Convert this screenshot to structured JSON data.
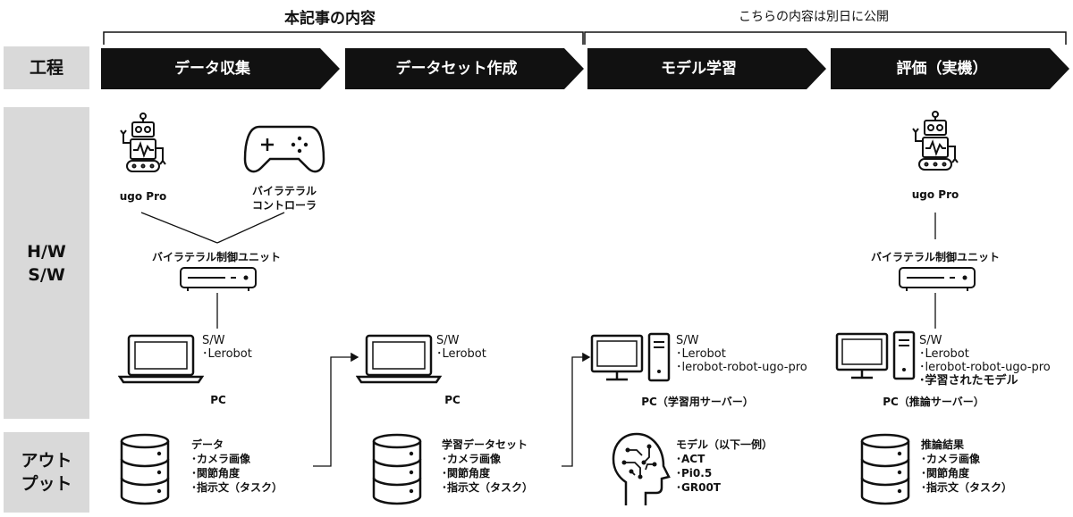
{
  "top_headers": {
    "this_article": "本記事の内容",
    "later": "こちらの内容は別日に公開"
  },
  "row_labels": {
    "process": "工程",
    "hw_sw_line1": "H/W",
    "hw_sw_line2": "S/W",
    "output_line1": "アウト",
    "output_line2": "プット"
  },
  "stages": [
    "データ収集",
    "データセット作成",
    "モデル学習",
    "評価（実機）"
  ],
  "hw": {
    "ugo_pro": "ugo Pro",
    "controller_line1": "バイラテラル",
    "controller_line2": "コントローラ",
    "unit": "バイラテラル制御ユニット",
    "unit2": "バイラテラル制御ユニット",
    "ugo_pro2": "ugo Pro"
  },
  "sw_blocks": [
    {
      "title": "S/W",
      "items": [
        "･Lerobot"
      ]
    },
    {
      "title": "S/W",
      "items": [
        "･Lerobot"
      ]
    },
    {
      "title": "S/W",
      "items": [
        "･Lerobot",
        "･lerobot-robot-ugo-pro"
      ]
    },
    {
      "title": "S/W",
      "items": [
        "･Lerobot",
        "･lerobot-robot-ugo-pro"
      ],
      "bold_item": "･学習されたモデル"
    }
  ],
  "pc_labels": [
    "PC",
    "PC",
    "PC（学習用サーバー）",
    "PC（推論サーバー）"
  ],
  "outputs": [
    {
      "title": "データ",
      "items": [
        "･カメラ画像",
        "･関節角度",
        "･指示文（タスク）"
      ]
    },
    {
      "title": "学習データセット",
      "items": [
        "･カメラ画像",
        "･関節角度",
        "･指示文（タスク）"
      ]
    },
    {
      "title": "モデル（以下一例）",
      "items": [
        "･ACT",
        "･Pi0.5",
        "･GR00T"
      ]
    },
    {
      "title": "推論結果",
      "items": [
        "･カメラ画像",
        "･関節角度",
        "･指示文（タスク）"
      ]
    }
  ]
}
